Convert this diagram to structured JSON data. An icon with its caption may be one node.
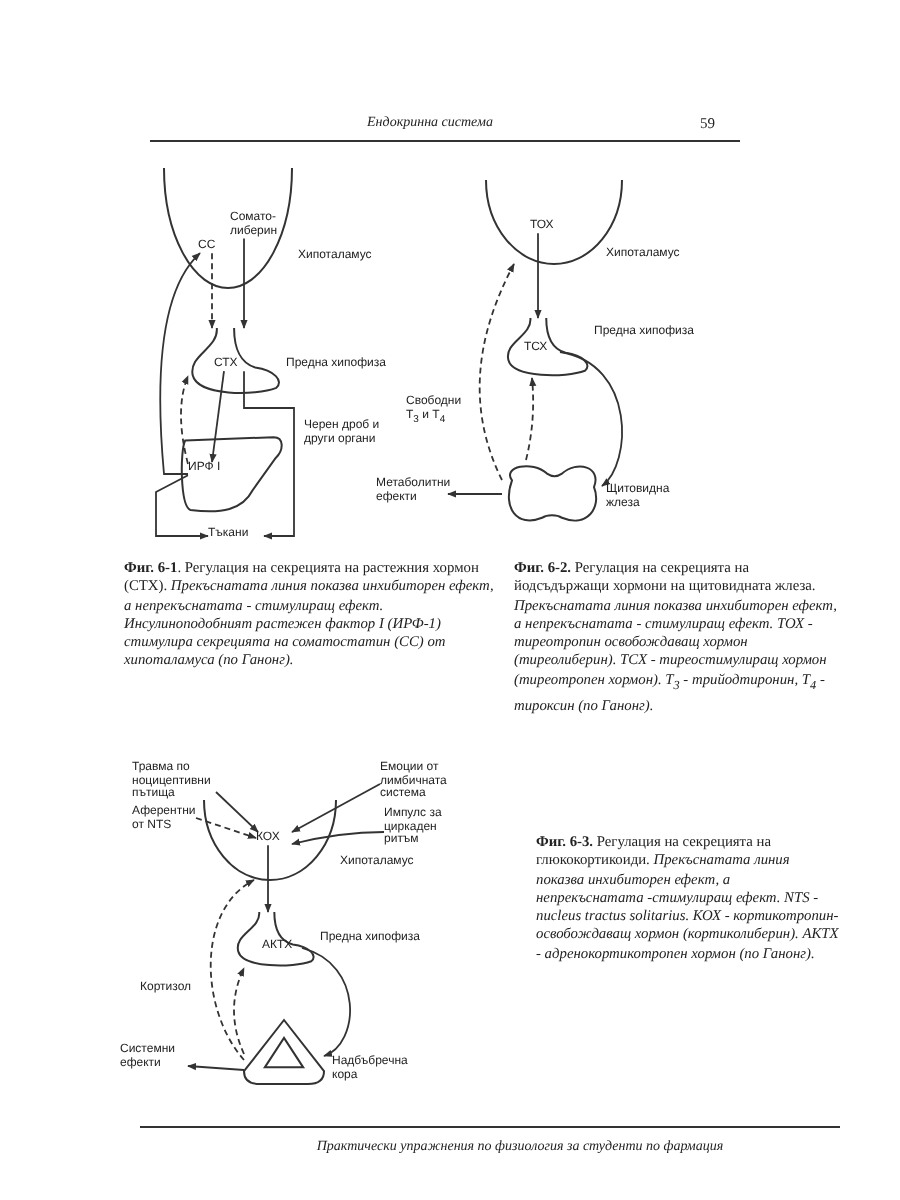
{
  "diagram": {
    "nodes": [
      {
        "text": [
          "Хипоталамус"
        ]
      },
      {
        "text": [
          "СС"
        ],
        "in": 0
      },
      {
        "text": [
          "Сомато-либерин"
        ],
        "in": 0
      },
      {
        "text": [
          "Предна хипофиза"
        ]
      },
      {
        "text": [
          "СТХ"
        ],
        "in": 3
      },
      {
        "text": [
          "Черен дроб и други органи"
        ]
      },
      {
        "text": [
          "ИРФ I"
        ],
        "in": 5
      },
      {
        "text": [
          "Тъкани"
        ]
      },
      {
        "text": [
          "Хипоталамус"
        ]
      },
      {
        "text": [
          "ТОХ"
        ],
        "in": 8
      },
      {
        "text": [
          "Предна хипофиза"
        ]
      },
      {
        "text": [
          "ТСХ"
        ],
        "in": 10
      },
      {
        "text": [
          "Щитовидна жлеза"
        ]
      },
      {
        "text": [
          "Метаболитни ефекти"
        ]
      },
      {
        "text": [
          "Травма по ноцицептивни пътища"
        ]
      },
      {
        "text": [
          "Емоции от лимбичната система"
        ]
      },
      {
        "text": [
          "Аферентни от NTS"
        ]
      },
      {
        "text": [
          "Импулс за циркаден ритъм"
        ]
      },
      {
        "text": [
          "Хипоталамус"
        ]
      },
      {
        "text": [
          "КОХ"
        ],
        "in": 18
      },
      {
        "text": [
          "Предна хипофиза"
        ]
      },
      {
        "text": [
          "АКТХ"
        ],
        "in": 20
      },
      {
        "text": [
          "Надбъбречна кора"
        ]
      },
      {
        "text": [
          "Системни ефекти"
        ]
      }
    ],
    "edges": [
      {
        "from": 1,
        "to": 3,
        "arrow": "to",
        "style": "dashed"
      },
      {
        "from": 2,
        "to": 3,
        "arrow": "to"
      },
      {
        "from": 4,
        "to": 6,
        "arrow": "to"
      },
      {
        "from": 4,
        "to": 7,
        "arrow": "to"
      },
      {
        "from": 6,
        "to": 1,
        "arrow": "to"
      },
      {
        "from": 6,
        "to": 3,
        "arrow": "to",
        "style": "dashed"
      },
      {
        "from": 6,
        "to": 7,
        "arrow": "to"
      },
      {
        "from": 9,
        "to": 10,
        "arrow": "to"
      },
      {
        "from": 11,
        "to": 12,
        "arrow": "to"
      },
      {
        "from": 12,
        "to": 8,
        "arrow": "to",
        "style": "dashed",
        "label": "Свободни T$_{3}$ и T$_{4}$"
      },
      {
        "from": 12,
        "to": 10,
        "arrow": "to",
        "style": "dashed"
      },
      {
        "from": 12,
        "to": 13,
        "arrow": "to"
      },
      {
        "from": 14,
        "to": 19,
        "arrow": "to"
      },
      {
        "from": 15,
        "to": 19,
        "arrow": "to"
      },
      {
        "from": 16,
        "to": 19,
        "arrow": "to",
        "style": "dashed"
      },
      {
        "from": 17,
        "to": 19,
        "arrow": "to"
      },
      {
        "from": 19,
        "to": 20,
        "arrow": "to"
      },
      {
        "from": 21,
        "to": 22,
        "arrow": "to"
      },
      {
        "from": 22,
        "to": 18,
        "arrow": "to",
        "style": "dashed",
        "label": "Кортизол"
      },
      {
        "from": 22,
        "to": 20,
        "arrow": "to",
        "style": "dashed"
      },
      {
        "from": 22,
        "to": 23,
        "arrow": "to"
      }
    ],
    "labels": [
      "Ендокринна система",
      "59",
      "**Фиг. 6-1**. Регулация на секрецията на растежния хормон (СТХ). *Прекъснатата линия показва инхибиторен ефект, а непрекъснатата - стимулиращ ефект. Инсулиноподобният растежен фактор I (ИРФ-1) стимулира секрецията на соматостатин (СС) от хипоталамуса (по Ганонг).*",
      "**Фиг. 6-2.** Регулация на секрецията на йодсъдържащи хормони на щитовидната жлеза. *Прекъснатата линия показва инхибиторен ефект, а непрекъснатата - стимулиращ ефект. ТОХ - тиреотропин освобождаващ хормон (тиреолиберин). ТСХ - тиреостимулиращ хормон (тиреотропен хормон). T$_{3}$ - трийодтиронин, T$_{4}$ - тироксин (по Ганонг).*",
      "**Фиг. 6-3.** Регулация на секрецията на глюкокортикоиди. *Прекъснатата линия показва инхибиторен ефект, а непрекъснатата -стимулиращ ефект. NTS - nucleus tractus solitarius. КОХ - кортикотропин-освобождаващ хормон (кортиколиберин). АКТХ - адренокортикотропен хормон (по Ганонг).*",
      "Практически упражнения по физиология за студенти по фармация"
    ]
  }
}
